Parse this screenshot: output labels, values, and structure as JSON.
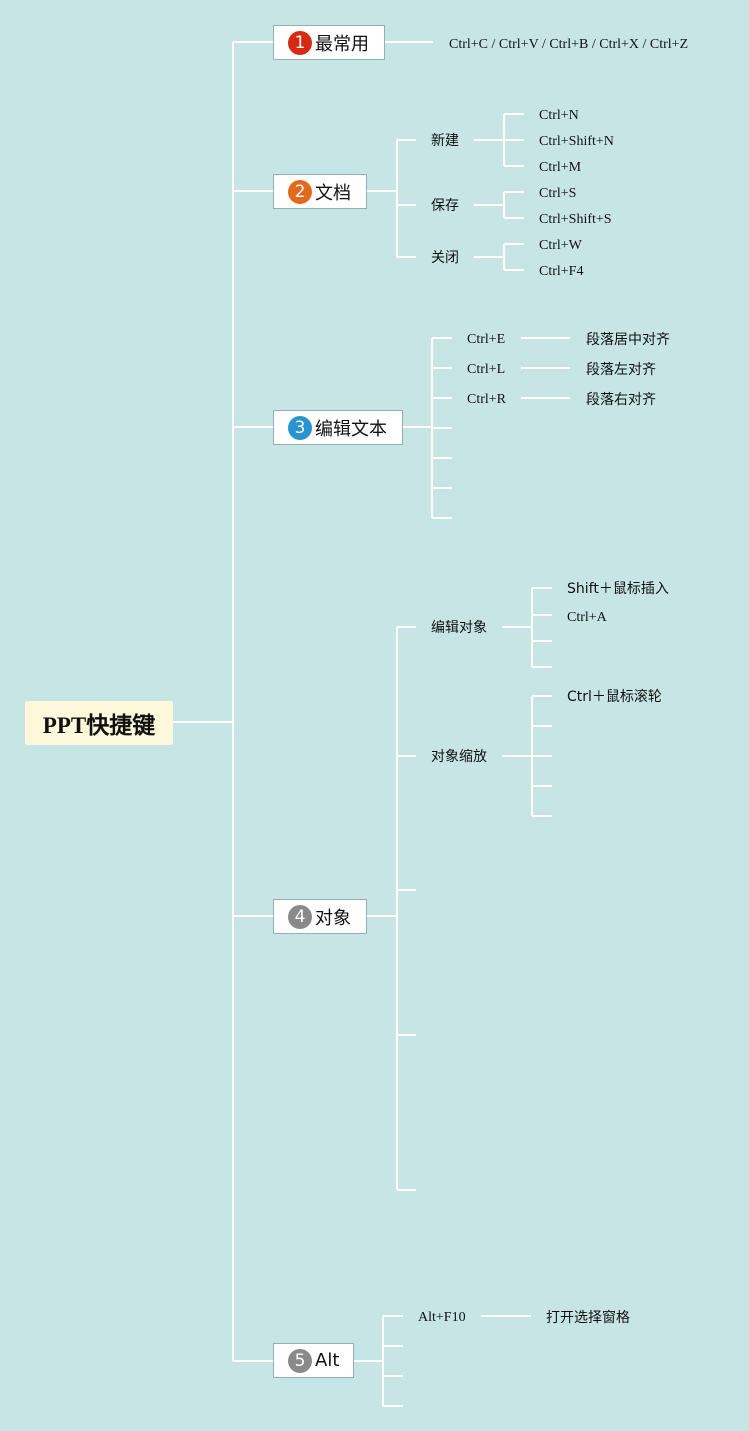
{
  "root": {
    "title": "PPT快捷键"
  },
  "colors": {
    "background": "#c8e5e6",
    "connector": "#ffffff",
    "root_fill": "#fdf7dc",
    "badge_1": "#d62a12",
    "badge_2": "#e26a1c",
    "badge_3": "#2a94d0",
    "badge_4": "#8a8a8a",
    "badge_5": "#8a8a8a"
  },
  "branches": [
    {
      "number": "1",
      "title": "最常用",
      "items": [
        {
          "label": "Ctrl+C / Ctrl+V / Ctrl+B / Ctrl+X / Ctrl+Z"
        }
      ]
    },
    {
      "number": "2",
      "title": "文档",
      "groups": [
        {
          "label": "新建",
          "keys": [
            "Ctrl+N",
            "Ctrl+Shift+N",
            "Ctrl+M"
          ]
        },
        {
          "label": "保存",
          "keys": [
            "Ctrl+S",
            "Ctrl+Shift+S"
          ]
        },
        {
          "label": "关闭",
          "keys": [
            "Ctrl+W",
            "Ctrl+F4"
          ]
        }
      ]
    },
    {
      "number": "3",
      "title": "编辑文本",
      "items": [
        {
          "key": "Ctrl+E",
          "desc": "段落居中对齐"
        },
        {
          "key": "Ctrl+L",
          "desc": "段落左对齐"
        },
        {
          "key": "Ctrl+R",
          "desc": "段落右对齐"
        }
      ]
    },
    {
      "number": "4",
      "title": "对象",
      "groups": [
        {
          "label": "编辑对象",
          "keys": [
            "Shift＋鼠标插入",
            "Ctrl+A"
          ]
        },
        {
          "label": "对象缩放",
          "keys": [
            "Ctrl＋鼠标滚轮"
          ]
        }
      ]
    },
    {
      "number": "5",
      "title": "Alt",
      "items": [
        {
          "key": "Alt+F10",
          "desc": "打开选择窗格"
        }
      ]
    }
  ]
}
